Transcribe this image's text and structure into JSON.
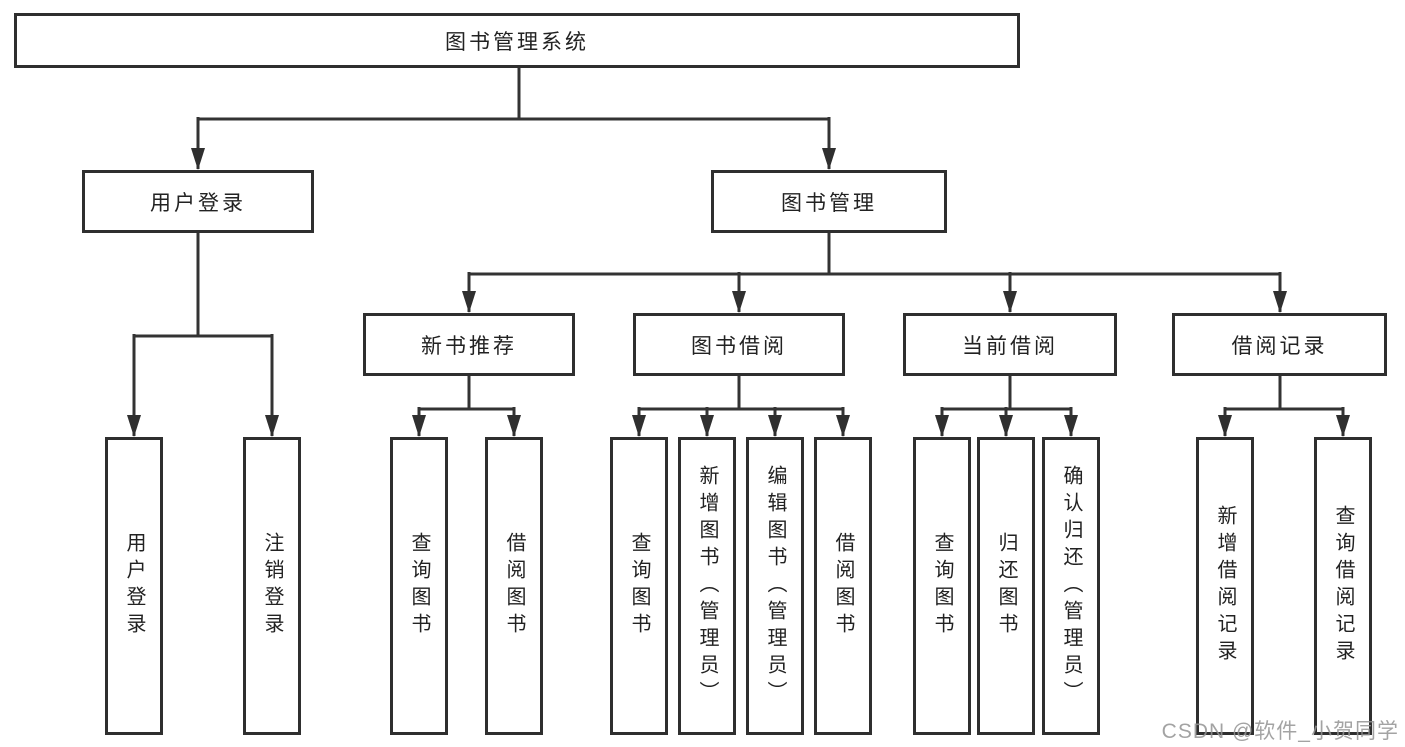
{
  "diagram": {
    "title": "图书管理系统",
    "nodes": {
      "root": {
        "label": "图书管理系统"
      },
      "user_login": {
        "label": "用户登录"
      },
      "book_mgmt": {
        "label": "图书管理"
      },
      "new_book_rec": {
        "label": "新书推荐"
      },
      "book_borrow": {
        "label": "图书借阅"
      },
      "current_borrow": {
        "label": "当前借阅"
      },
      "borrow_record": {
        "label": "借阅记录"
      }
    },
    "leaves": {
      "user_login": [
        "用户登录",
        "注销登录"
      ],
      "new_book_rec": [
        "查询图书",
        "借阅图书"
      ],
      "book_borrow": [
        "查询图书",
        "新增图书（管理员）",
        "编辑图书（管理员）",
        "借阅图书"
      ],
      "current_borrow": [
        "查询图书",
        "归还图书",
        "确认归还（管理员）"
      ],
      "borrow_record": [
        "新增借阅记录",
        "查询借阅记录"
      ]
    },
    "watermark": "CSDN @软件_小贺同学",
    "colors": {
      "line": "#333333",
      "box_border": "#2f2f2f",
      "text": "#222222",
      "background": "#ffffff",
      "watermark": "#949494"
    }
  }
}
